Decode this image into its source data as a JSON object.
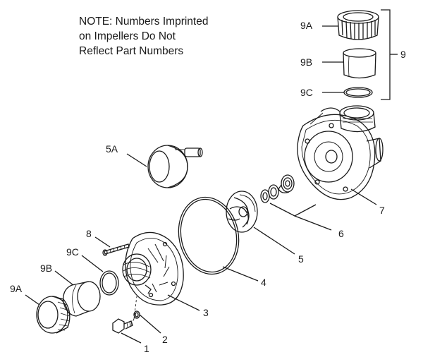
{
  "note": {
    "lines": [
      "NOTE: Numbers Imprinted",
      "on Impellers Do Not",
      "Reflect Part Numbers"
    ]
  },
  "callouts": {
    "c1": "1",
    "c2": "2",
    "c3": "3",
    "c4": "4",
    "c5": "5",
    "c5a": "5A",
    "c6": "6",
    "c7": "7",
    "c8": "8",
    "c9": "9",
    "c9a_top": "9A",
    "c9b_top": "9B",
    "c9c_top": "9C",
    "c9a_left": "9A",
    "c9b_left": "9B",
    "c9c_left": "9C"
  }
}
